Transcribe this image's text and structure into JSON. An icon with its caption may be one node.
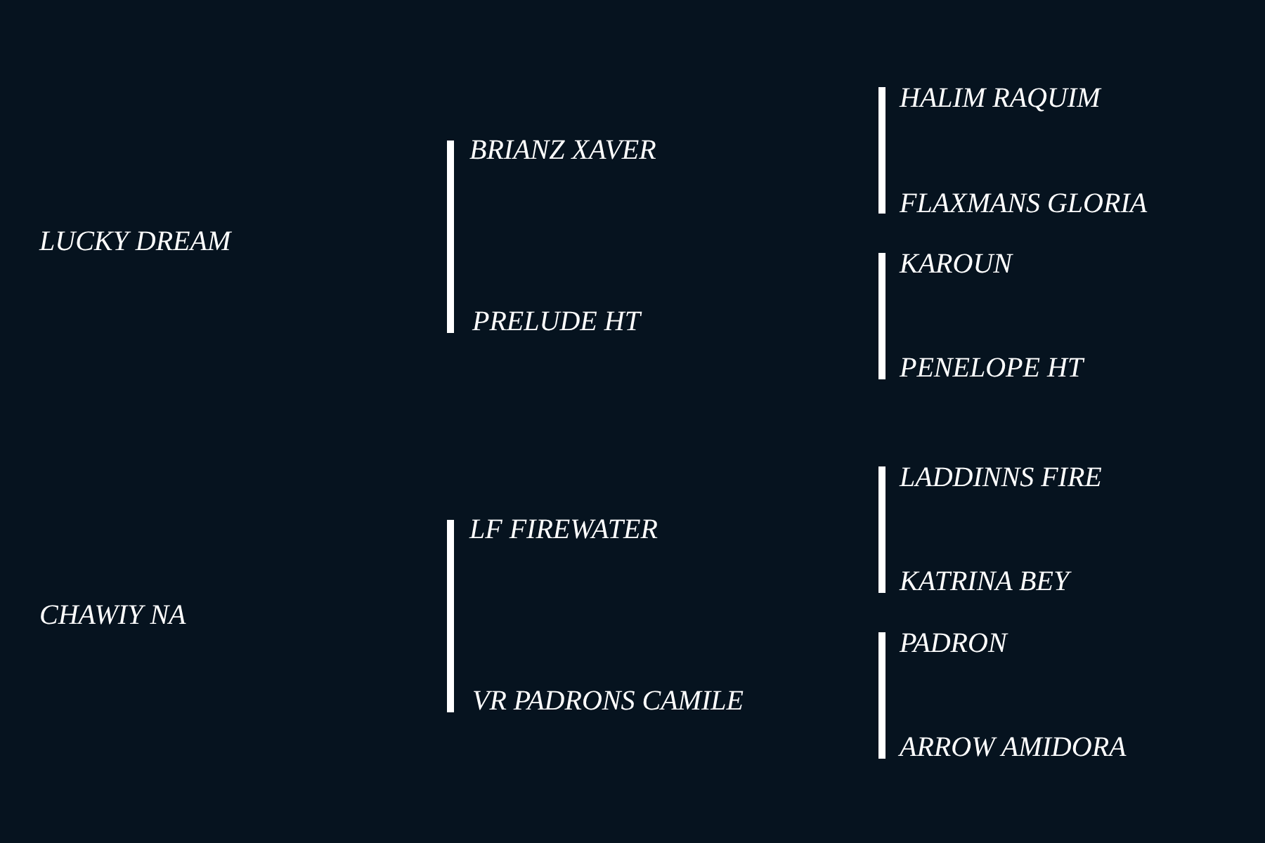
{
  "diagram": {
    "labels": [
      "LUCKY DREAM",
      "CHAWIY NA",
      "BRIANZ XAVER",
      "PRELUDE HT",
      "LF FIREWATER",
      "VR PADRONS CAMILE",
      "HALIM RAQUIM",
      "FLAXMANS GLORIA",
      "KAROUN",
      "PENELOPE HT",
      "LADDINNS FIRE",
      "KATRINA BEY",
      "PADRON",
      "ARROW AMIDORA"
    ]
  }
}
